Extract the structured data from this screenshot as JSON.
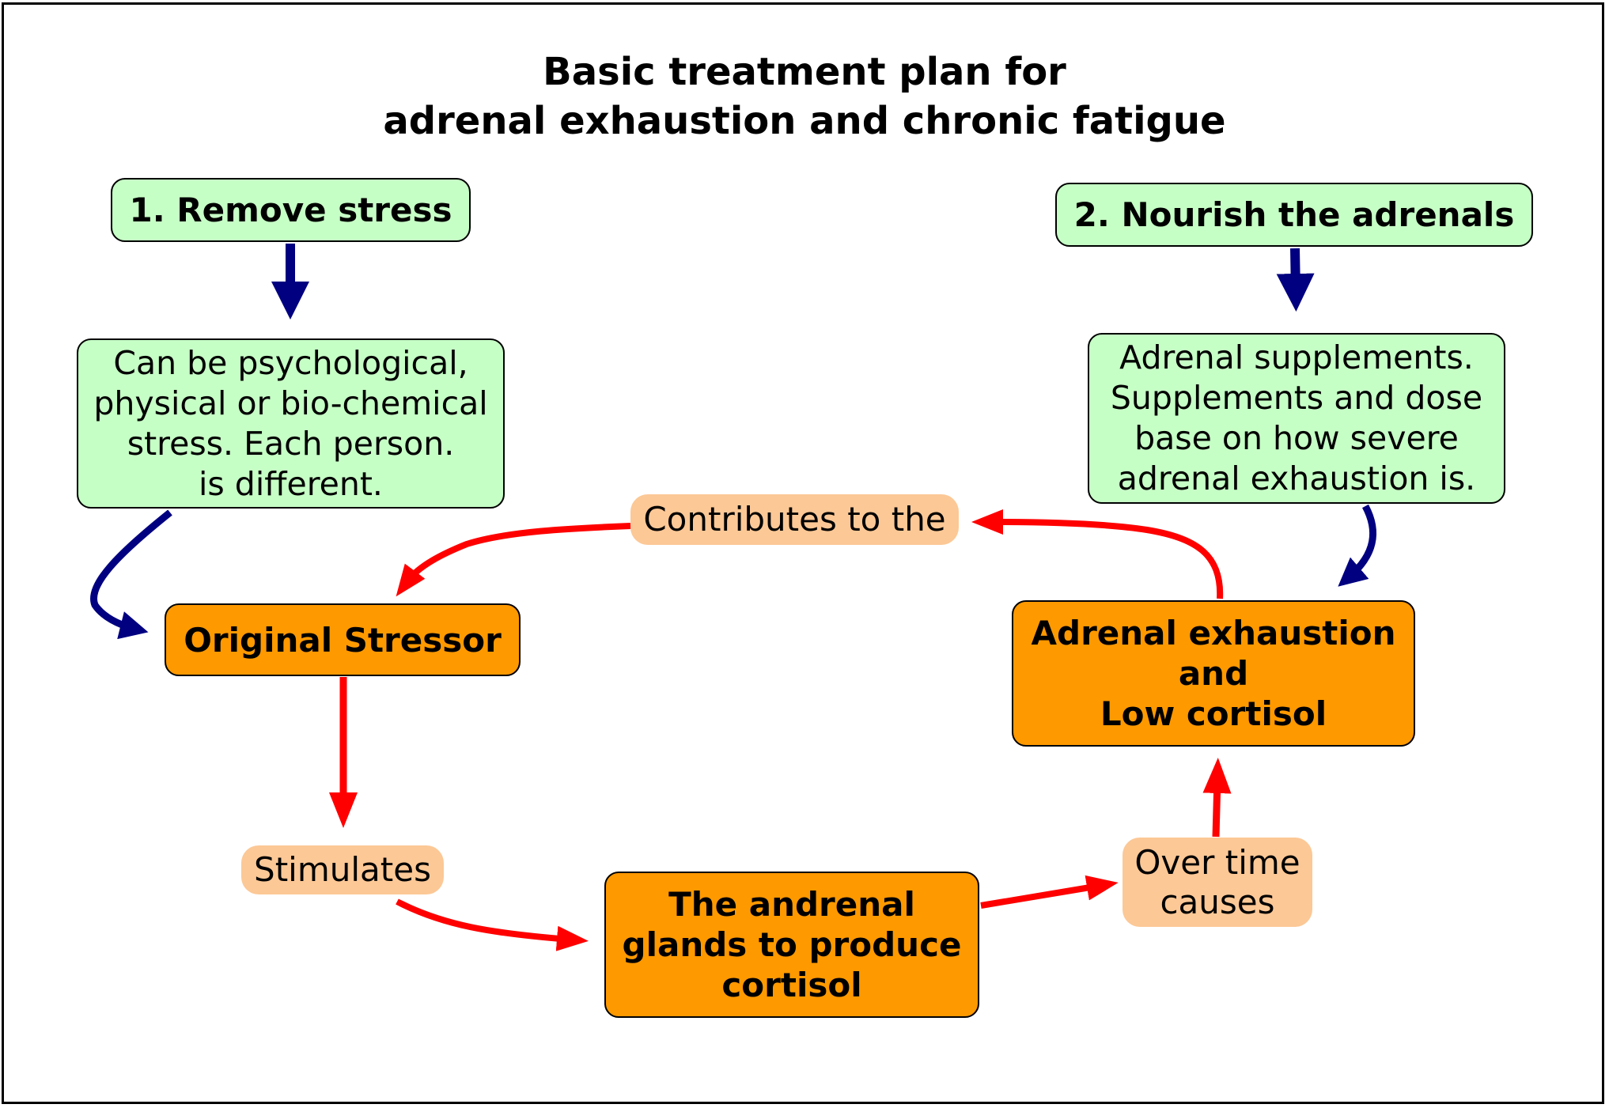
{
  "title": {
    "line1": "Basic treatment plan for",
    "line2": "adrenal exhaustion and chronic fatigue"
  },
  "steps": {
    "remove_stress": {
      "heading": "1. Remove stress",
      "detail": [
        "Can be psychological,",
        "physical or bio-chemical",
        "stress. Each person.",
        "is different."
      ]
    },
    "nourish": {
      "heading": "2. Nourish the adrenals",
      "detail": [
        "Adrenal supplements.",
        "Supplements and dose",
        "base on how severe",
        "adrenal exhaustion is."
      ]
    }
  },
  "cycle": {
    "original_stressor": "Original Stressor",
    "glands": [
      "The andrenal",
      "glands to produce",
      "cortisol"
    ],
    "exhaustion": [
      "Adrenal exhaustion",
      "and",
      "Low cortisol"
    ],
    "labels": {
      "stimulates": "Stimulates",
      "over_time": [
        "Over time",
        "causes"
      ],
      "contributes": "Contributes to the"
    }
  },
  "colors": {
    "green_box": "#c6ffc6",
    "orange_box": "#ff9900",
    "label_bg": "#fcc896",
    "blue_arrow": "#000080",
    "red_arrow": "#ff0000"
  }
}
